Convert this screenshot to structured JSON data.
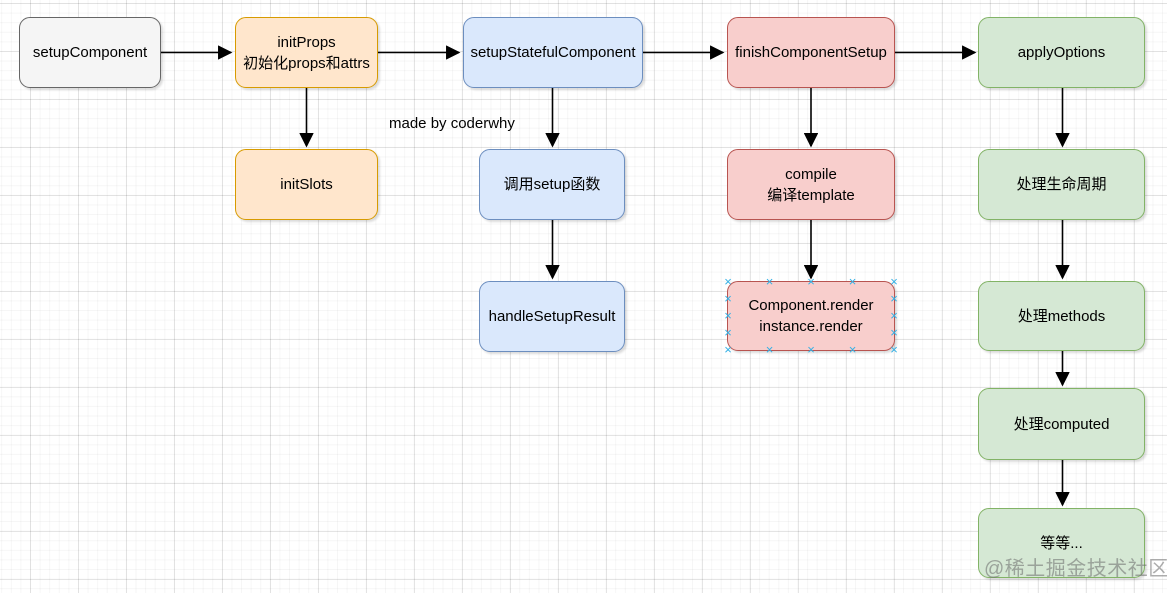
{
  "diagram": {
    "annotation": "made by coderwhy",
    "watermark": "@稀土掘金技术社区",
    "selection": {
      "anchor_glyph": "×",
      "color": "#33b0e5"
    },
    "palette": {
      "gray_fill": "#f5f5f5",
      "gray_stroke": "#666666",
      "orange_fill": "#ffe6cc",
      "orange_stroke": "#d79b00",
      "blue_fill": "#dae8fc",
      "blue_stroke": "#6c8ebf",
      "red_fill": "#f8cecc",
      "red_stroke": "#b85450",
      "green_fill": "#d5e8d4",
      "green_stroke": "#82b366",
      "arrow": "#000000"
    },
    "nodes": {
      "setup_component": {
        "label": "setupComponent"
      },
      "init_props": {
        "label": "initProps\n初始化props和attrs"
      },
      "setup_stateful": {
        "label": "setupStatefulComponent"
      },
      "finish_setup": {
        "label": "finishComponentSetup"
      },
      "apply_options": {
        "label": "applyOptions"
      },
      "init_slots": {
        "label": "initSlots"
      },
      "call_setup": {
        "label": "调用setup函数"
      },
      "compile": {
        "label": "compile\n编译template"
      },
      "lifecycle": {
        "label": "处理生命周期"
      },
      "handle_setup_result": {
        "label": "handleSetupResult"
      },
      "component_render": {
        "label": "Component.render\ninstance.render"
      },
      "methods": {
        "label": "处理methods"
      },
      "computed": {
        "label": "处理computed"
      },
      "etc": {
        "label": "等等..."
      }
    }
  }
}
